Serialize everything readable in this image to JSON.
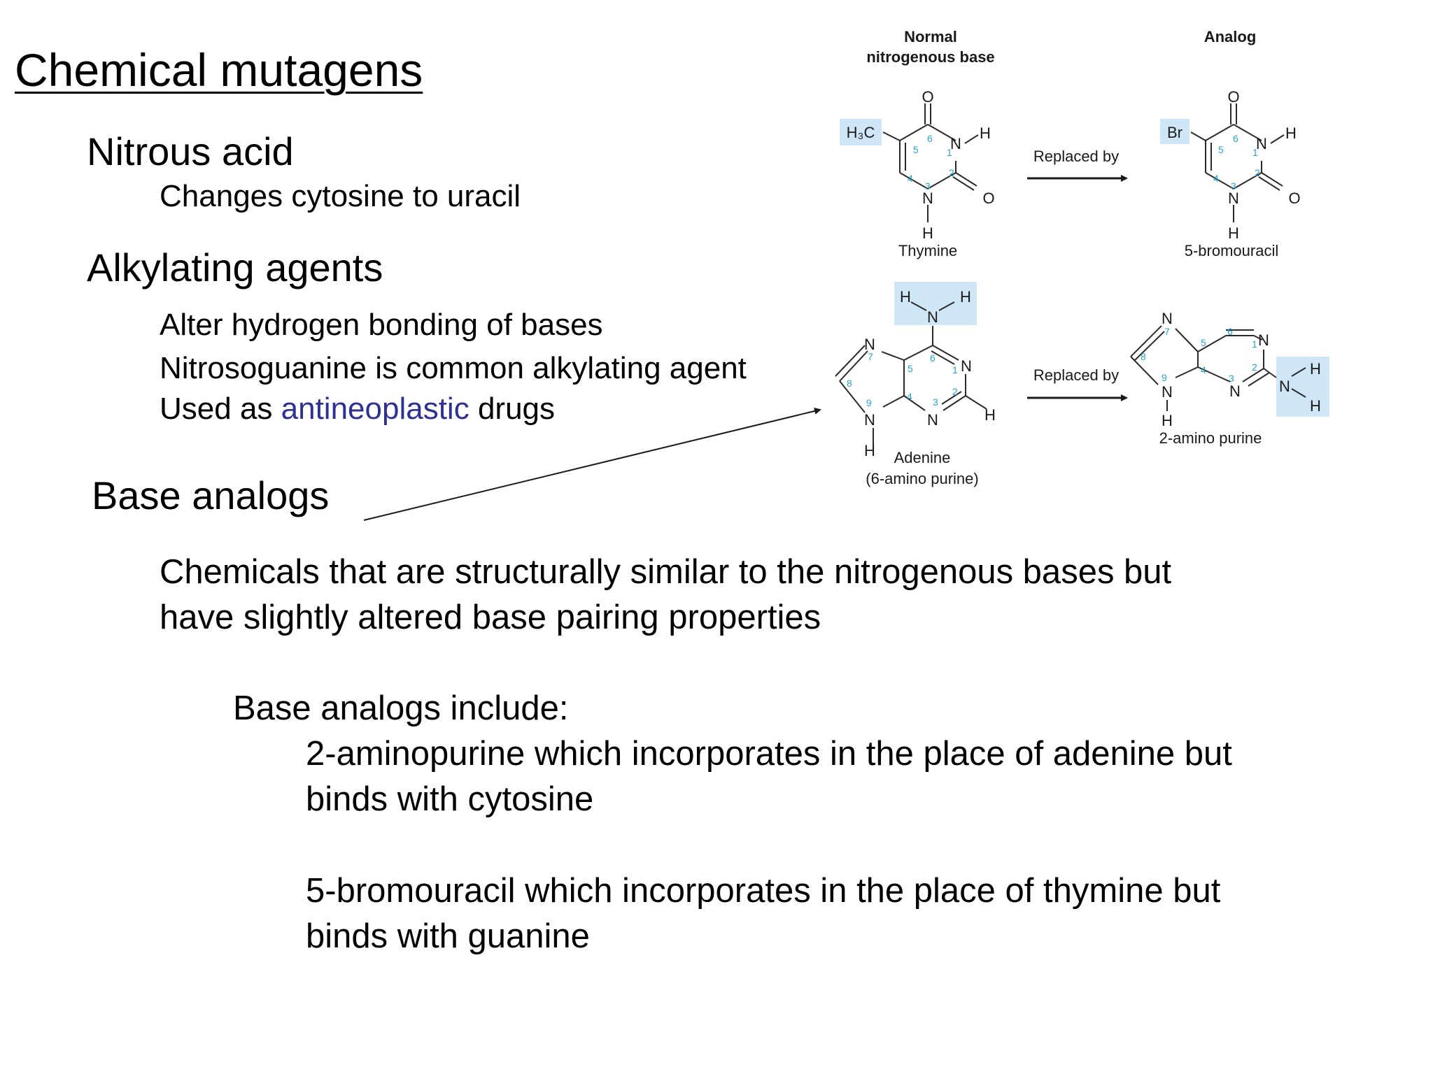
{
  "title": "Chemical mutagens",
  "nitrous_acid": {
    "heading": "Nitrous acid",
    "points": [
      "Changes cytosine to uracil"
    ]
  },
  "alkylating": {
    "heading": "Alkylating agents",
    "points": [
      "Alter hydrogen bonding of bases",
      "Nitrosoguanine is common alkylating agent"
    ],
    "used_as": {
      "prefix": "Used as ",
      "link": "antineoplastic",
      "suffix": " drugs"
    }
  },
  "base_analogs": {
    "heading": "Base analogs",
    "definition": [
      "Chemicals that are structurally similar to the nitrogenous bases but",
      "have slightly altered base pairing properties"
    ],
    "include_label": "Base analogs include:",
    "aminopurine": [
      "2-aminopurine which incorporates in the place of adenine but",
      "binds with cytosine"
    ],
    "bromouracil": [
      "5-bromouracil which incorporates in the place of thymine but",
      "binds with guanine"
    ]
  },
  "figure": {
    "col_normal_line1": "Normal",
    "col_normal_line2": "nitrogenous base",
    "col_analog": "Analog",
    "replaced_by": "Replaced by",
    "thymine": "Thymine",
    "bromouracil": "5-bromouracil",
    "adenine": "Adenine",
    "adenine_sub": "(6-amino purine)",
    "aminopurine": "2-amino purine",
    "atoms": {
      "O": "O",
      "N": "N",
      "H": "H",
      "Br": "Br",
      "H3C": "H₃C"
    },
    "highlight_color": "#cfe6f7",
    "number_color": "#26a5c9",
    "link_color": "#2e3192"
  }
}
